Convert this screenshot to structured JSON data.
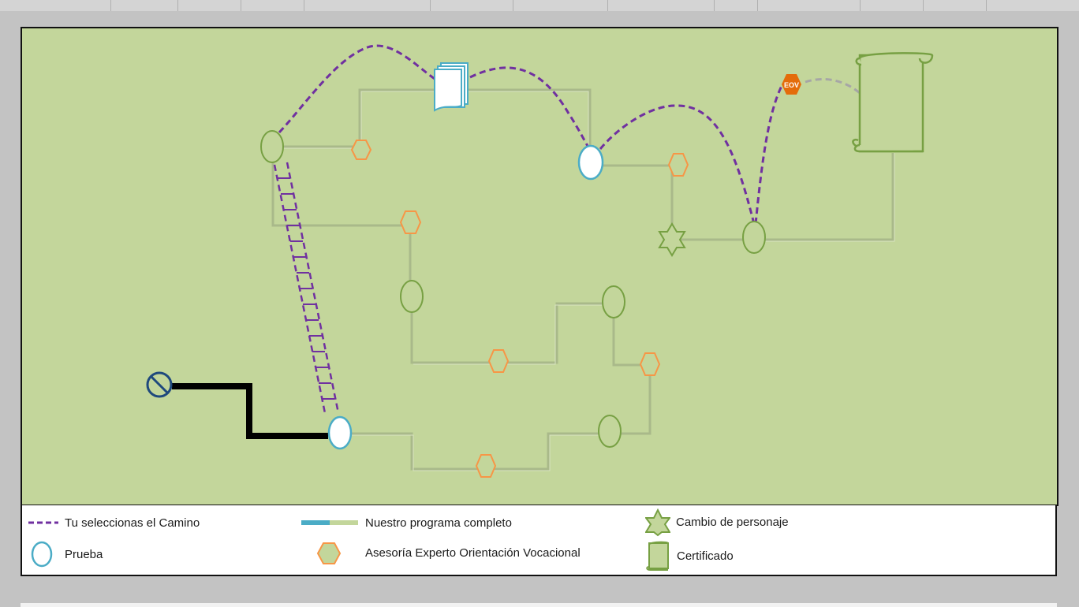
{
  "diagram": {
    "badge_label": "EOV"
  },
  "legend": {
    "path_label": "Tu seleccionas el Camino",
    "test_label": "Prueba",
    "program_label": "Nuestro programa completo",
    "advisor_label": "Asesoría Experto Orientación Vocacional",
    "character_label": "Cambio de personaje",
    "certificate_label": "Certificado"
  },
  "colors": {
    "background": "#c3d69b",
    "route_line": "#a9b98a",
    "green_node": "#77a043",
    "test_node": "#4bacc6",
    "advisor_node": "#f79646",
    "selected_path": "#7030a0",
    "eov_badge": "#e46c0a",
    "start_path": "#000000"
  }
}
